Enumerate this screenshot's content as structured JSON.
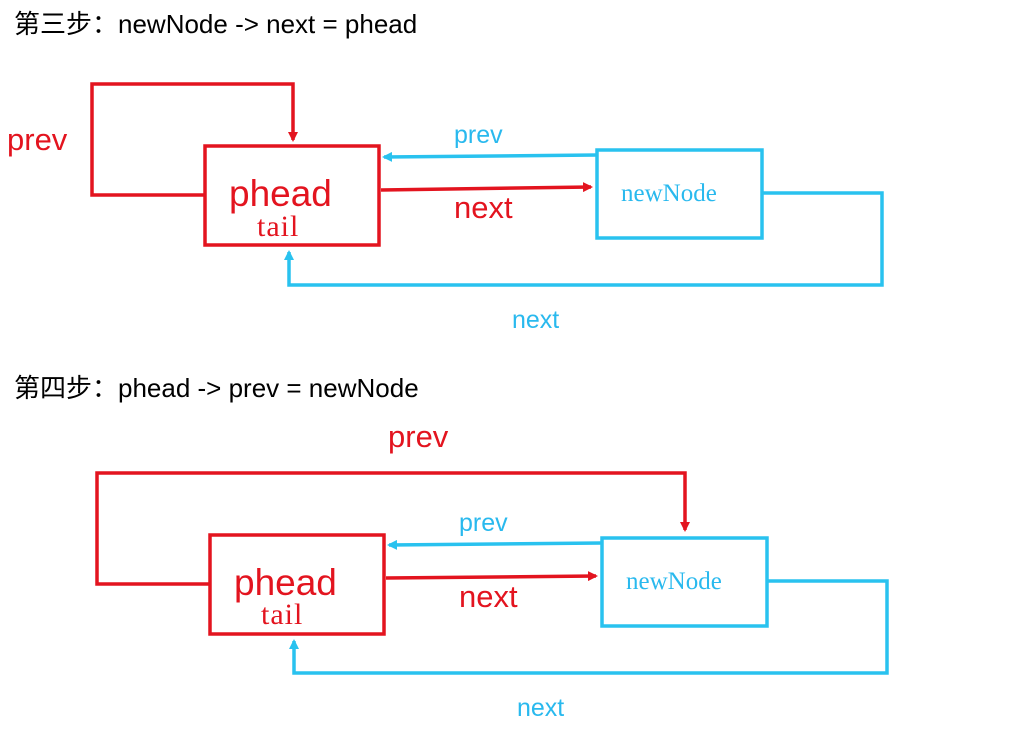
{
  "colors": {
    "red": "#e3141f",
    "blue": "#29c2ef"
  },
  "steps": [
    {
      "title": "第三步：newNode -> next = phead",
      "phead_label": "phead",
      "tail_label": "tail",
      "newnode_label": "newNode",
      "prev_self_label": "prev",
      "prev_back_label": "prev",
      "next_fwd_label": "next",
      "next_loop_label": "next"
    },
    {
      "title": "第四步：phead -> prev = newNode",
      "phead_label": "phead",
      "tail_label": "tail",
      "newnode_label": "newNode",
      "prev_self_label": "prev",
      "prev_back_label": "prev",
      "next_fwd_label": "next",
      "next_loop_label": "next"
    }
  ]
}
